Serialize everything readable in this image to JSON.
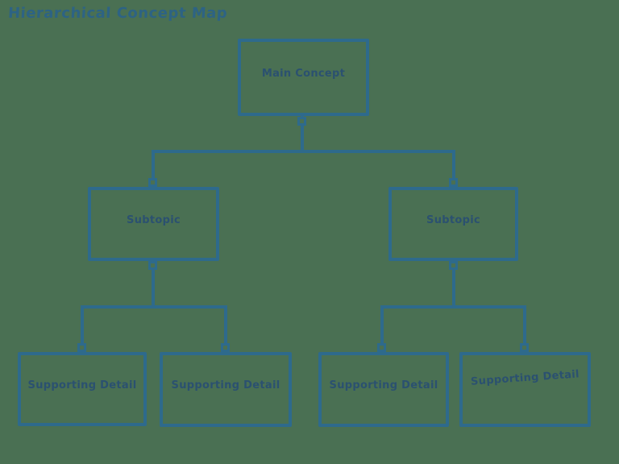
{
  "title": "Hierarchical Concept Map",
  "colors": {
    "background": "#4a7053",
    "stroke": "#2e6a8c",
    "label": "#2b5170",
    "titleColor": "#2d6384"
  },
  "nodes": {
    "main": {
      "label": "Main Concept"
    },
    "subtopicLeft": {
      "label": "Subtopic"
    },
    "subtopicRight": {
      "label": "Subtopic"
    },
    "detail1": {
      "label": "Supporting Detail"
    },
    "detail2": {
      "label": "Supporting Detail"
    },
    "detail3": {
      "label": "Supporting Detail"
    },
    "detail4": {
      "label": "Supporting Detail"
    }
  }
}
